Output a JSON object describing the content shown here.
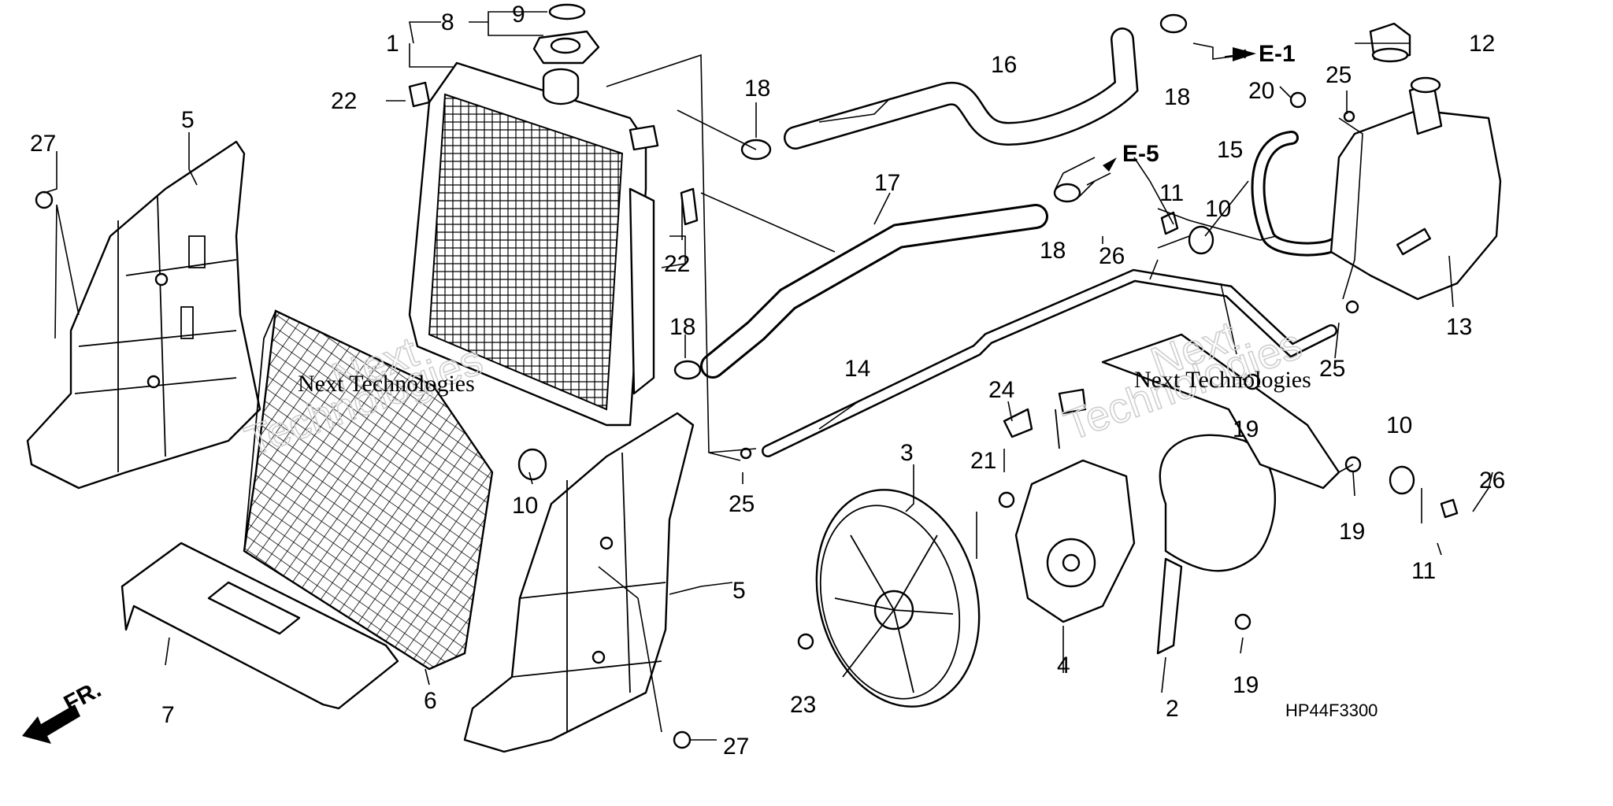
{
  "diagram": {
    "drawing_code": "HP44F3300",
    "front_marker": "FR.",
    "watermark": {
      "line1": "Next",
      "line2": "Technologies",
      "combined": "Next Technologies"
    },
    "callouts": [
      {
        "id": "c1",
        "label": "1"
      },
      {
        "id": "c2",
        "label": "2"
      },
      {
        "id": "c3",
        "label": "3"
      },
      {
        "id": "c4",
        "label": "4"
      },
      {
        "id": "c5a",
        "label": "5"
      },
      {
        "id": "c5b",
        "label": "5"
      },
      {
        "id": "c6",
        "label": "6"
      },
      {
        "id": "c7",
        "label": "7"
      },
      {
        "id": "c8",
        "label": "8"
      },
      {
        "id": "c9",
        "label": "9"
      },
      {
        "id": "c10a",
        "label": "10"
      },
      {
        "id": "c10b",
        "label": "10"
      },
      {
        "id": "c10c",
        "label": "10"
      },
      {
        "id": "c11a",
        "label": "11"
      },
      {
        "id": "c11b",
        "label": "11"
      },
      {
        "id": "c12",
        "label": "12"
      },
      {
        "id": "c13",
        "label": "13"
      },
      {
        "id": "c14",
        "label": "14"
      },
      {
        "id": "c15",
        "label": "15"
      },
      {
        "id": "c16",
        "label": "16"
      },
      {
        "id": "c17",
        "label": "17"
      },
      {
        "id": "c18a",
        "label": "18"
      },
      {
        "id": "c18b",
        "label": "18"
      },
      {
        "id": "c18c",
        "label": "18"
      },
      {
        "id": "c18d",
        "label": "18"
      },
      {
        "id": "c19a",
        "label": "19"
      },
      {
        "id": "c19b",
        "label": "19"
      },
      {
        "id": "c19c",
        "label": "19"
      },
      {
        "id": "c20",
        "label": "20"
      },
      {
        "id": "c21",
        "label": "21"
      },
      {
        "id": "c22a",
        "label": "22"
      },
      {
        "id": "c22b",
        "label": "22"
      },
      {
        "id": "c23",
        "label": "23"
      },
      {
        "id": "c24",
        "label": "24"
      },
      {
        "id": "c25a",
        "label": "25"
      },
      {
        "id": "c25b",
        "label": "25"
      },
      {
        "id": "c25c",
        "label": "25"
      },
      {
        "id": "c26a",
        "label": "26"
      },
      {
        "id": "c26b",
        "label": "26"
      },
      {
        "id": "c27a",
        "label": "27"
      },
      {
        "id": "c27b",
        "label": "27"
      }
    ],
    "references": [
      {
        "id": "e1",
        "label": "E-1"
      },
      {
        "id": "e5",
        "label": "E-5"
      }
    ]
  }
}
